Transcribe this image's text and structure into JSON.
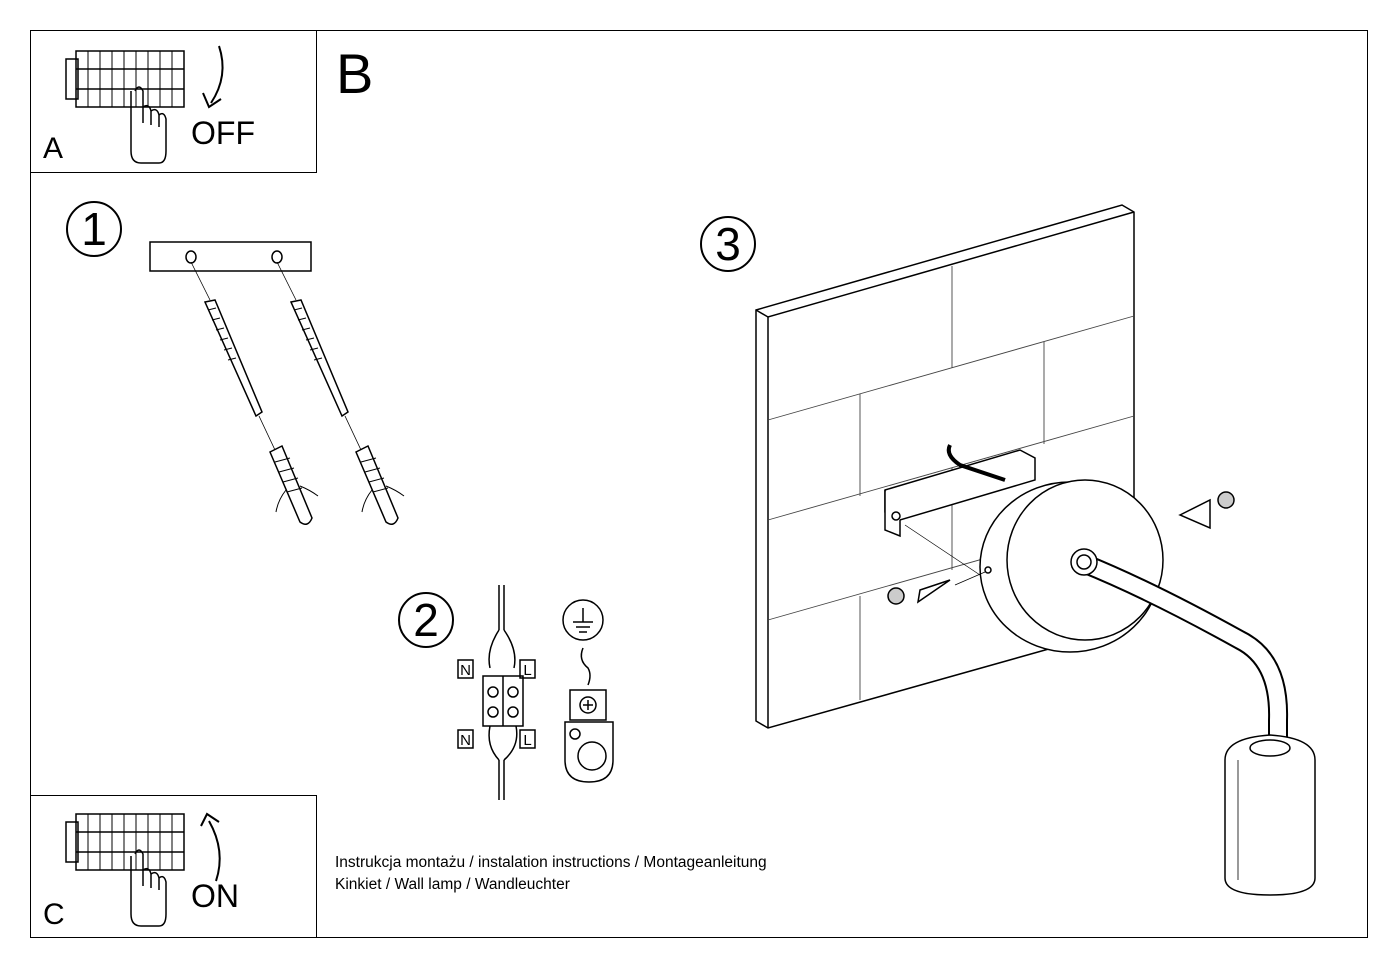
{
  "panel_a": {
    "letter": "A",
    "state": "OFF"
  },
  "panel_b": {
    "letter": "B"
  },
  "panel_c": {
    "letter": "C",
    "state": "ON"
  },
  "steps": [
    "1",
    "2",
    "3"
  ],
  "wiring": {
    "neutral_label": "N",
    "live_label": "L"
  },
  "captions": {
    "line1": "Instrukcja montażu / instalation instructions / Montageanleitung",
    "line2": "Kinkiet / Wall lamp / Wandleuchter"
  }
}
